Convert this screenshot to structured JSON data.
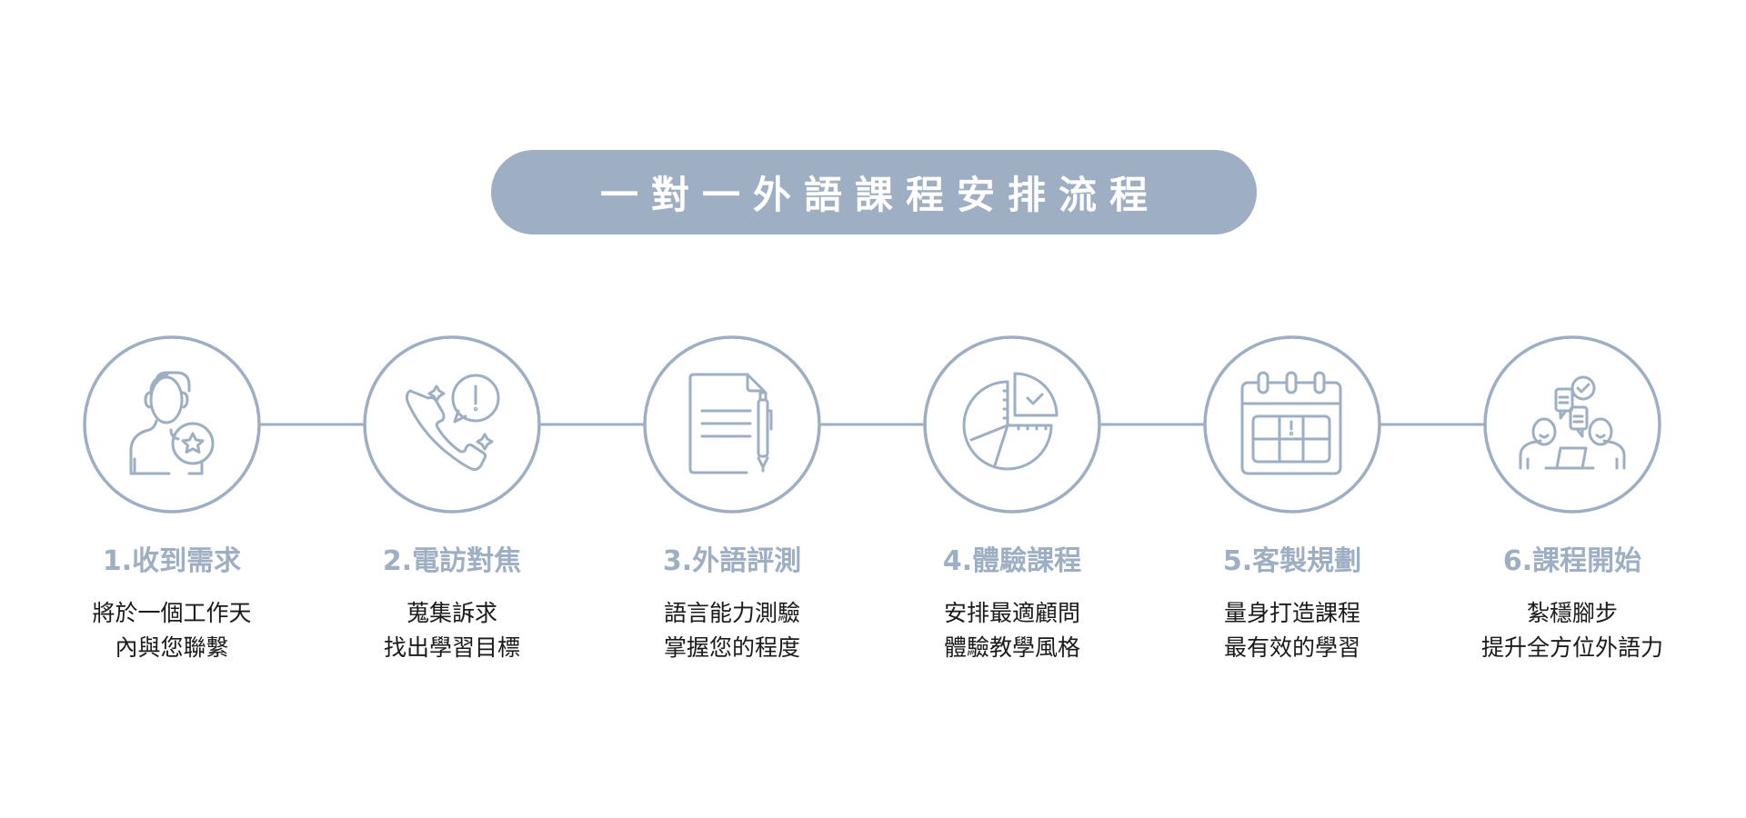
{
  "title": "一對一外語課程安排流程",
  "colors": {
    "accent": "#9eaec3",
    "text_dark": "#1a1a1a",
    "background": "#ffffff"
  },
  "steps": [
    {
      "number": "1",
      "title": "1.收到需求",
      "icon": "customer-service-star-icon",
      "lines": [
        "將於一個工作天",
        "內與您聯繫"
      ]
    },
    {
      "number": "2",
      "title": "2.電訪對焦",
      "icon": "phone-call-alert-icon",
      "lines": [
        "蒐集訴求",
        "找出學習目標"
      ]
    },
    {
      "number": "3",
      "title": "3.外語評測",
      "icon": "document-pen-icon",
      "lines": [
        "語言能力測驗",
        "掌握您的程度"
      ]
    },
    {
      "number": "4",
      "title": "4.體驗課程",
      "icon": "pie-chart-check-icon",
      "lines": [
        "安排最適顧問",
        "體驗教學風格"
      ]
    },
    {
      "number": "5",
      "title": "5.客製規劃",
      "icon": "calendar-schedule-icon",
      "lines": [
        "量身打造課程",
        "最有效的學習"
      ]
    },
    {
      "number": "6",
      "title": "6.課程開始",
      "icon": "team-discussion-icon",
      "lines": [
        "紮穩腳步",
        "提升全方位外語力"
      ]
    }
  ]
}
